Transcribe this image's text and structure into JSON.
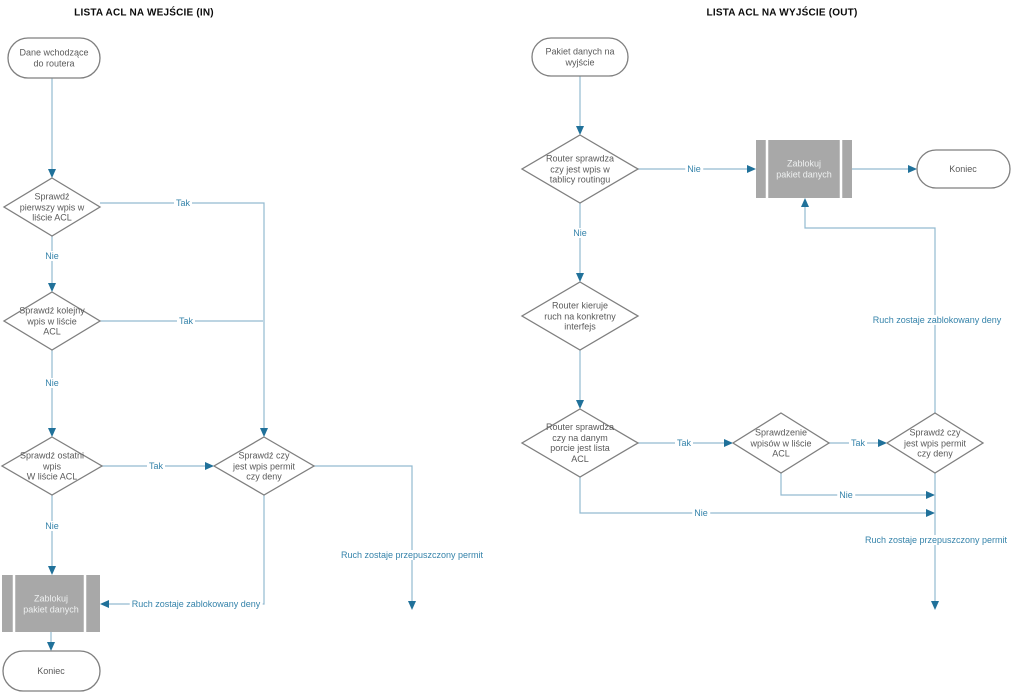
{
  "colors": {
    "line": "#93bad0",
    "arrow": "#20719a",
    "label": "#3583aa",
    "border": "#7f7f7f",
    "node_text": "#5a5a5a",
    "box_fill": "#a8a8a8",
    "box_text": "#eef0f0"
  },
  "left": {
    "title": "LISTA ACL NA WEJŚCIE (IN)",
    "nodes": {
      "start": "Dane wchodzące\ndo routera",
      "check_first": "Sprawdź\npierwszy wpis w\nliście ACL",
      "check_next": "Sprawdź kolejny\nwpis w liście\nACL",
      "check_last": "Sprawdź ostatni\nwpis\nW liście ACL",
      "check_permit_deny": "Sprawdź czy\njest wpis permit\nczy deny",
      "block_packet": "Zablokuj\npakiet danych",
      "end": "Koniec"
    },
    "edge_labels": {
      "tak_first": "Tak",
      "nie_first": "Nie",
      "tak_next": "Tak",
      "nie_next": "Nie",
      "tak_last": "Tak",
      "nie_last": "Nie",
      "permit_result": "Ruch zostaje przepuszczony permit",
      "deny_result": "Ruch zostaje zablokowany deny"
    }
  },
  "right": {
    "title": "LISTA ACL NA WYJŚCIE (OUT)",
    "nodes": {
      "start": "Pakiet danych na\nwyjście",
      "check_routing": "Router sprawdza\nczy jest wpis w\ntablicy routingu",
      "route_interface": "Router kieruje\nruch na konkretny\ninterfejs",
      "check_port_acl": "Router sprawdza\nczy na danym\nporcie jest lista\nACL",
      "check_entries": "Sprawdzenie\nwpisów w liście\nACL",
      "check_permit_deny": "Sprawdź czy\njest wpis permit\nczy deny",
      "block_packet": "Zablokuj\npakiet danych",
      "end": "Koniec"
    },
    "edge_labels": {
      "nie_routing_right": "Nie",
      "nie_routing_down": "Nie",
      "tak_port": "Tak",
      "tak_entries": "Tak",
      "nie_entries": "Nie",
      "nie_port": "Nie",
      "deny_result": "Ruch zostaje zablokowany deny",
      "permit_result": "Ruch zostaje przepuszczony permit"
    }
  }
}
